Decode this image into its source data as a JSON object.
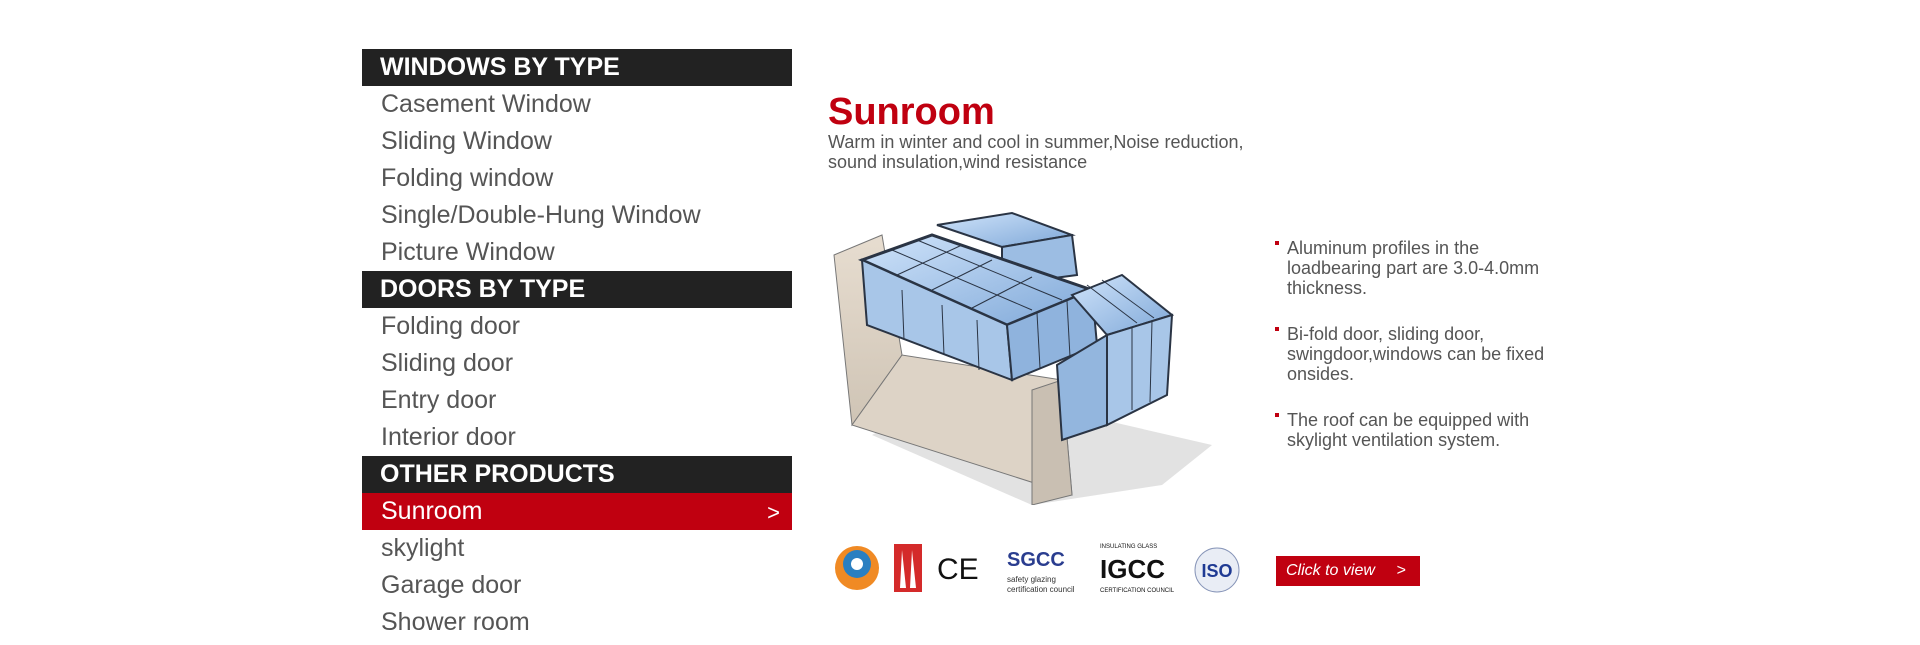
{
  "menu": {
    "windows_header": "WINDOWS BY TYPE",
    "windows": [
      "Casement Window",
      "Sliding Window",
      "Folding window",
      "Single/Double-Hung Window",
      "Picture Window"
    ],
    "doors_header": "DOORS BY TYPE",
    "doors": [
      "Folding door",
      "Sliding door",
      "Entry door",
      "Interior door"
    ],
    "other_header": "OTHER PRODUCTS",
    "other": [
      "Sunroom",
      "skylight",
      "Garage door",
      "Shower room"
    ],
    "active_arrow": ">"
  },
  "product": {
    "title": "Sunroom",
    "subtitle": "Warm in winter and cool in summer,Noise reduction, sound insulation,wind resistance",
    "features": [
      "Aluminum profiles in the loadbearing part are 3.0-4.0mm thickness.",
      "Bi-fold door, sliding door, swingdoor,windows can be fixed onsides.",
      "The roof can be equipped with skylight ventilation system."
    ]
  },
  "badges": {
    "ce": "CE",
    "sgcc": "SGCC",
    "sgcc_caption_1": "safety glazing",
    "sgcc_caption_2": "certification council",
    "igcc_top": "INSULATING GLASS",
    "igcc": "IGCC",
    "igcc_caption": "CERTIFICATION COUNCIL",
    "iso": "ISO"
  },
  "cta": {
    "label": "Click to view",
    "chevron": ">"
  },
  "colors": {
    "accent": "#c00010",
    "header_bg": "#222222",
    "text": "#555555"
  }
}
